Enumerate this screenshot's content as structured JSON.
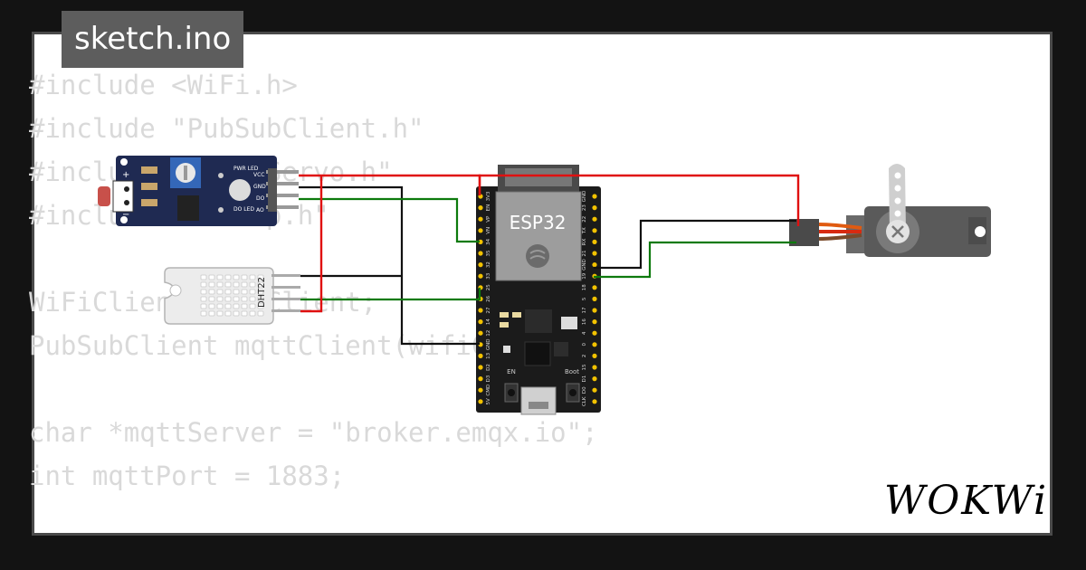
{
  "tab": {
    "filename": "sketch.ino"
  },
  "code_lines": [
    "#include <WiFi.h>",
    "#include \"PubSubClient.h\"",
    "#include \"ESP32Servo.h\"",
    "#include \"DHTesp.h\"",
    "",
    "WiFiClient wifiClient;",
    "PubSubClient mqttClient(wifiClient);",
    "",
    "char *mqttServer = \"broker.emqx.io\";",
    "int mqttPort = 1883;"
  ],
  "components": {
    "esp32_label": "ESP32",
    "en_label": "EN",
    "boot_label": "Boot",
    "dht_label": "DHT22",
    "ldr_pins": [
      "VCC",
      "GND",
      "DO",
      "AO"
    ],
    "ldr_pwr_label": "PWR LED",
    "ldr_do_label": "DO LED",
    "ldr_plus": "+",
    "ldr_minus": "−"
  },
  "pin_labels": {
    "left": [
      "3V3",
      "EN",
      "VP",
      "VN",
      "34",
      "35",
      "32",
      "33",
      "25",
      "26",
      "27",
      "14",
      "12",
      "GND",
      "13",
      "D2",
      "D3",
      "CMD",
      "5V"
    ],
    "right": [
      "GND",
      "23",
      "22",
      "TX",
      "RX",
      "21",
      "GND",
      "19",
      "18",
      "5",
      "17",
      "16",
      "4",
      "0",
      "2",
      "15",
      "D1",
      "D0",
      "CLK"
    ]
  },
  "wire_colors": {
    "power": "#e01010",
    "ground": "#111111",
    "signal": "#0d7a0d"
  },
  "brand": {
    "logo": "WOKWi"
  }
}
